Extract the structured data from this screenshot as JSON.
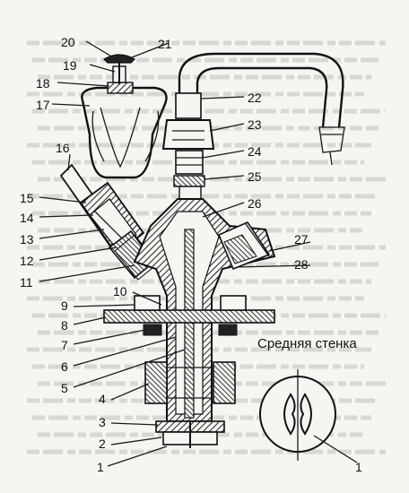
{
  "diagram": {
    "inset_title": "Средняя стенка",
    "callouts": [
      {
        "id": "c1",
        "text": "1"
      },
      {
        "id": "c2",
        "text": "2"
      },
      {
        "id": "c3",
        "text": "3"
      },
      {
        "id": "c4",
        "text": "4"
      },
      {
        "id": "c5",
        "text": "5"
      },
      {
        "id": "c6",
        "text": "6"
      },
      {
        "id": "c7",
        "text": "7"
      },
      {
        "id": "c8",
        "text": "8"
      },
      {
        "id": "c9",
        "text": "9"
      },
      {
        "id": "c10",
        "text": "10"
      },
      {
        "id": "c11",
        "text": "11"
      },
      {
        "id": "c12",
        "text": "12"
      },
      {
        "id": "c13",
        "text": "13"
      },
      {
        "id": "c14",
        "text": "14"
      },
      {
        "id": "c15",
        "text": "15"
      },
      {
        "id": "c16",
        "text": "16"
      },
      {
        "id": "c17",
        "text": "17"
      },
      {
        "id": "c18",
        "text": "18"
      },
      {
        "id": "c19",
        "text": "19"
      },
      {
        "id": "c20",
        "text": "20"
      },
      {
        "id": "c21",
        "text": "21"
      },
      {
        "id": "c22",
        "text": "22"
      },
      {
        "id": "c23",
        "text": "23"
      },
      {
        "id": "c24",
        "text": "24"
      },
      {
        "id": "c25",
        "text": "25"
      },
      {
        "id": "c26",
        "text": "26"
      },
      {
        "id": "c27",
        "text": "27"
      },
      {
        "id": "c28",
        "text": "28"
      },
      {
        "id": "c1b",
        "text": "1"
      }
    ]
  }
}
